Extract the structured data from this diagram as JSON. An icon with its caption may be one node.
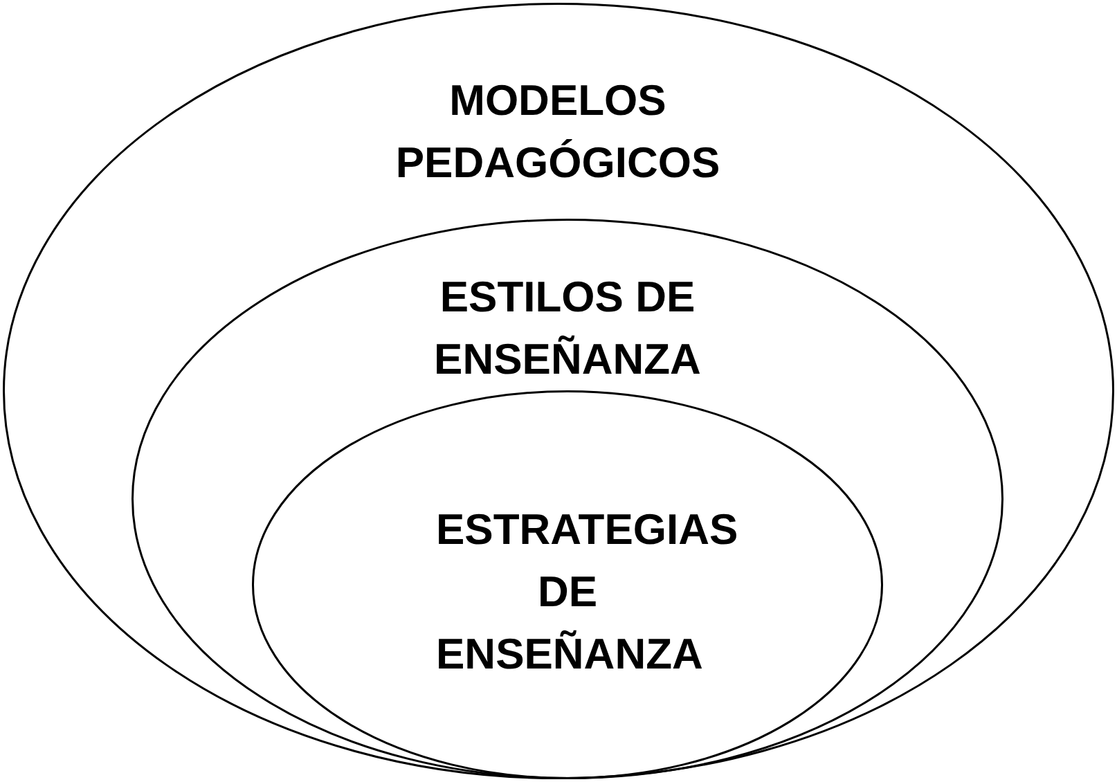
{
  "diagram": {
    "nodes": [
      {
        "text": [
          "MODELOS PEDAGÓGICOS"
        ]
      },
      {
        "text": [
          "ESTILOS DE ENSEÑANZA"
        ],
        "in": 0
      },
      {
        "text": [
          "ESTRATEGIAS DE ENSEÑANZA"
        ],
        "in": 1
      }
    ]
  }
}
